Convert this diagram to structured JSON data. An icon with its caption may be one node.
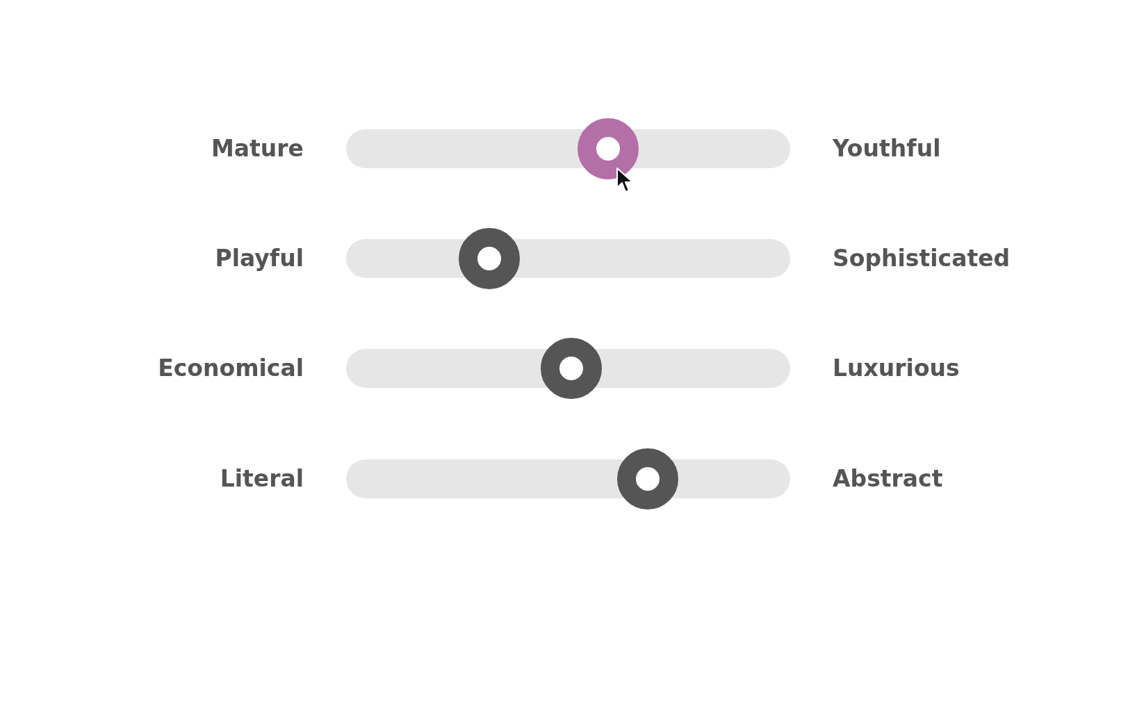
{
  "diagram": {
    "labels": [
      "Mature",
      "Youthful",
      "Playful",
      "Sophisticated",
      "Economical",
      "Luxurious",
      "Literal",
      "Abstract"
    ]
  }
}
